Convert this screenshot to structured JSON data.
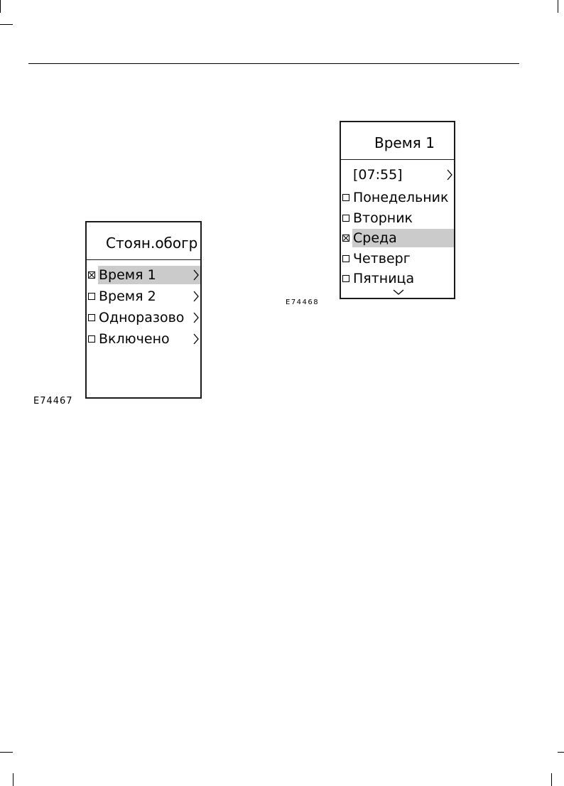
{
  "figure_left": {
    "id": "E74467",
    "title": "Стоян.обогр",
    "items": [
      {
        "label": "Время 1",
        "checked": true,
        "selected": true,
        "arrow": true
      },
      {
        "label": "Время 2",
        "checked": false,
        "selected": false,
        "arrow": true
      },
      {
        "label": "Одноразово",
        "checked": false,
        "selected": false,
        "arrow": true
      },
      {
        "label": "Включено",
        "checked": false,
        "selected": false,
        "arrow": true
      }
    ]
  },
  "figure_right": {
    "id": "E74468",
    "title": "Время 1",
    "time_value": "[07:55]",
    "days": [
      {
        "label": "Понедельник",
        "checked": false,
        "selected": false
      },
      {
        "label": "Вторник",
        "checked": false,
        "selected": false
      },
      {
        "label": "Среда",
        "checked": true,
        "selected": true
      },
      {
        "label": "Четверг",
        "checked": false,
        "selected": false
      },
      {
        "label": "Пятница",
        "checked": false,
        "selected": false
      }
    ],
    "more_indicator": "chevron-down-icon"
  },
  "colors": {
    "highlight": "#cbcbcb",
    "border": "#1a1a1a"
  }
}
